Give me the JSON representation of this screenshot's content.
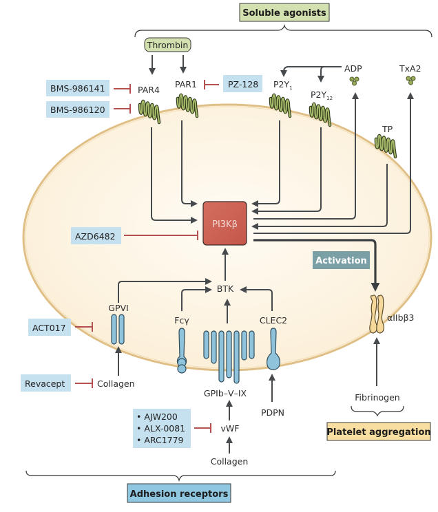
{
  "headers": {
    "soluble_agonists": "Soluble agonists",
    "adhesion_receptors": "Adhesion receptors",
    "platelet_aggregation": "Platelet aggregation",
    "activation": "Activation"
  },
  "agonists": {
    "thrombin": "Thrombin",
    "adp": "ADP",
    "txa2": "TxA2",
    "collagen_gpvi": "Collagen",
    "collagen_vwf": "Collagen",
    "vwf": "vWF",
    "pdpn": "PDPN",
    "fibrinogen": "Fibrinogen"
  },
  "receptors": {
    "par4": "PAR4",
    "par1": "PAR1",
    "p2y1_main": "P2Y",
    "p2y1_sub": "1",
    "p2y12_main": "P2Y",
    "p2y12_sub": "12",
    "tp": "TP",
    "gpvi": "GPVI",
    "fcg": "Fcγ",
    "clec2": "CLEC2",
    "gpib": "GPIb–V–IX",
    "aiib": "αIIbβ3"
  },
  "signalling": {
    "pi3k": "PI3Kβ",
    "btk": "BTK"
  },
  "inhibitors": {
    "bms986141": "BMS-986141",
    "bms986120": "BMS-986120",
    "pz128": "PZ-128",
    "azd6482": "AZD6482",
    "act017": "ACT017",
    "revacept": "Revacept",
    "vwf_list": [
      "• AJW200",
      "• ALX-0081",
      "• ARC1779"
    ]
  },
  "colors": {
    "cell_fill": "#fdf3e2",
    "cell_edge": "#e3c48f",
    "pi3k_fill": "#cf6557",
    "drug_box": "#c5e0ef",
    "inhibitor_line": "#b55050",
    "gpcr_green": "#a6b86a",
    "soluble_header": "#d3e0b0",
    "adhesion_header": "#8fc6e0",
    "aggregation_header": "#f9dea1",
    "activation_box": "#7a9fa5"
  }
}
